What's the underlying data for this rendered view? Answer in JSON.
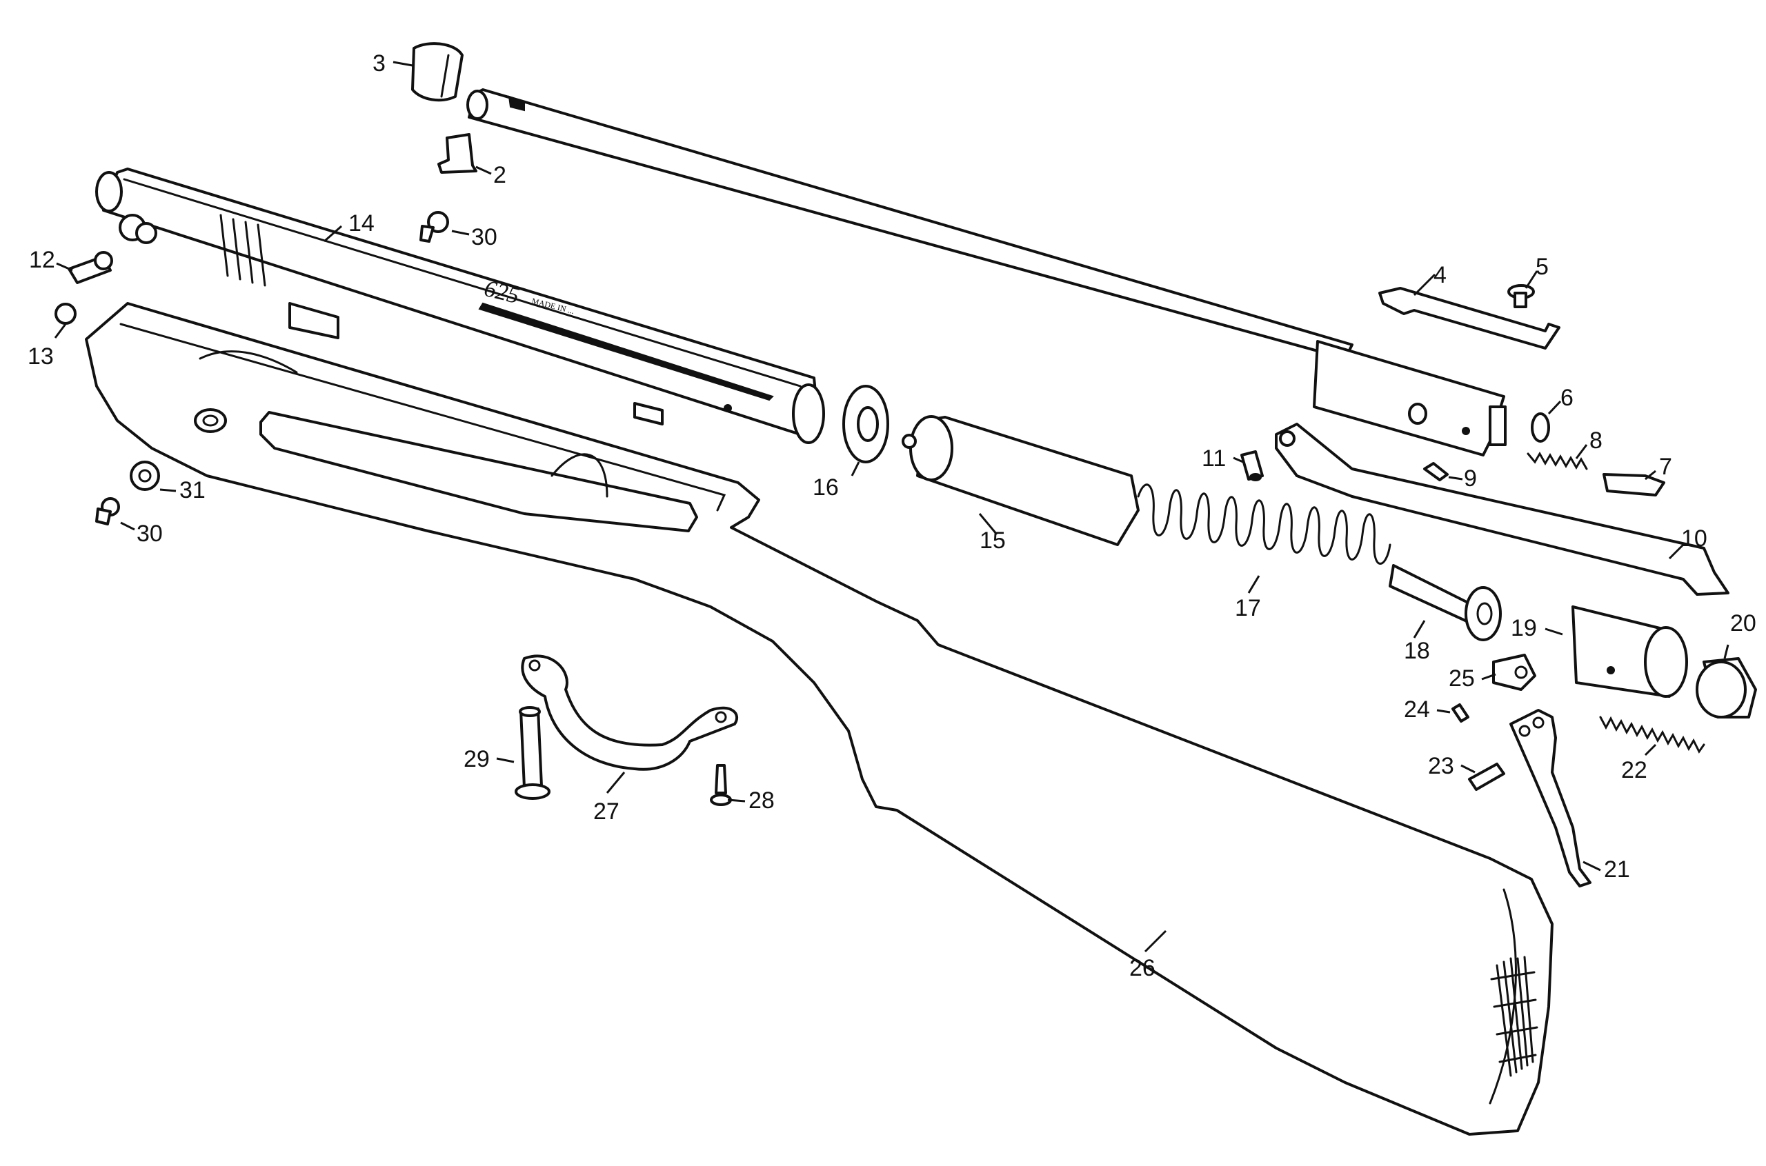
{
  "diagram": {
    "title": "Exploded parts diagram of a break-barrel air rifle",
    "stamp_text": "625",
    "stamp_fine_print": "MADE IN ..."
  },
  "callouts": [
    {
      "id": "c2",
      "label": "2"
    },
    {
      "id": "c3",
      "label": "3"
    },
    {
      "id": "c4",
      "label": "4"
    },
    {
      "id": "c5",
      "label": "5"
    },
    {
      "id": "c6",
      "label": "6"
    },
    {
      "id": "c7",
      "label": "7"
    },
    {
      "id": "c8",
      "label": "8"
    },
    {
      "id": "c9",
      "label": "9"
    },
    {
      "id": "c10",
      "label": "10"
    },
    {
      "id": "c11",
      "label": "11"
    },
    {
      "id": "c12",
      "label": "12"
    },
    {
      "id": "c13",
      "label": "13"
    },
    {
      "id": "c14",
      "label": "14"
    },
    {
      "id": "c15",
      "label": "15"
    },
    {
      "id": "c16",
      "label": "16"
    },
    {
      "id": "c17",
      "label": "17"
    },
    {
      "id": "c18",
      "label": "18"
    },
    {
      "id": "c19",
      "label": "19"
    },
    {
      "id": "c20",
      "label": "20"
    },
    {
      "id": "c21",
      "label": "21"
    },
    {
      "id": "c22",
      "label": "22"
    },
    {
      "id": "c23",
      "label": "23"
    },
    {
      "id": "c24",
      "label": "24"
    },
    {
      "id": "c25",
      "label": "25"
    },
    {
      "id": "c26",
      "label": "26"
    },
    {
      "id": "c27",
      "label": "27"
    },
    {
      "id": "c28",
      "label": "28"
    },
    {
      "id": "c29",
      "label": "29"
    },
    {
      "id": "c30a",
      "label": "30"
    },
    {
      "id": "c30b",
      "label": "30"
    },
    {
      "id": "c31",
      "label": "31"
    }
  ]
}
